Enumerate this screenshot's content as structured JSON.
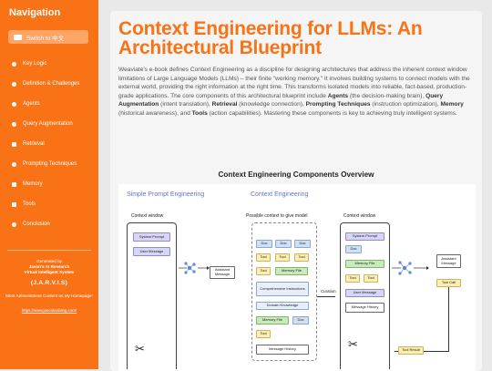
{
  "sidebar": {
    "title": "Navigation",
    "lang_button": "Switch to 中文",
    "items": [
      {
        "label": "Key Logic",
        "icon": "lightbulb-icon"
      },
      {
        "label": "Definition & Challenges",
        "icon": "question-icon"
      },
      {
        "label": "Agents",
        "icon": "agent-icon"
      },
      {
        "label": "Query Augmentation",
        "icon": "search-icon"
      },
      {
        "label": "Retrieval",
        "icon": "book-icon"
      },
      {
        "label": "Prompting Techniques",
        "icon": "chat-icon"
      },
      {
        "label": "Memory",
        "icon": "memory-icon"
      },
      {
        "label": "Tools",
        "icon": "tools-icon"
      },
      {
        "label": "Conclusion",
        "icon": "check-icon"
      }
    ],
    "generated_by": "Generated by",
    "research": "Jason's AI Research",
    "system": "Virtual Intelligent System",
    "jarvis": "(J.A.R.V.I.S)",
    "more": "More AI/Investment Content on My Homepage:",
    "url": "https://www.jasontanliang.com/"
  },
  "article": {
    "title": "Context Engineering for LLMs: An Architectural Blueprint",
    "p1": "Weaviate's e-book defines Context Engineering as a discipline for designing architectures that address the inherent context window limitations of Large Language Models (LLMs) – their finite \"working memory.\" It involves building systems to connect models with the external world, providing the right information at the right time. This transforms isolated models into reliable, fact-based, production-grade applications. The core components of this architectural blueprint include ",
    "agents": "Agents",
    "agents_desc": " (the decision-making brain), ",
    "qa": "Query Augmentation",
    "qa_desc": " (intent translation), ",
    "retrieval": "Retrieval",
    "retrieval_desc": " (knowledge connection), ",
    "prompting": "Prompting Techniques",
    "prompting_desc": " (instruction optimization), ",
    "memory": "Memory",
    "memory_desc": " (historical awareness), and ",
    "tools": "Tools",
    "tools_desc": " (action capabilities). Mastering these components is key to achieving truly intelligent systems.",
    "subtitle": "Context Engineering Components Overview"
  },
  "diagram": {
    "simple_title": "Simple Prompt Engineering",
    "ce_title": "Context Engineering",
    "context_window": "Context window",
    "possible": "Possible context to give model",
    "context_window2": "Context window",
    "system_prompt": "System Prompt",
    "user_message": "User Message",
    "assistant_message": "Assistant Message",
    "doc": "Doc",
    "tool": "Tool",
    "memory_file": "Memory File",
    "comprehensive": "Comprehensive Instructions",
    "domain_knowledge": "Domain Knowledge",
    "message_history": "Message History",
    "curation": "Curation",
    "tool_call": "Tool Call",
    "tool_result": "Tool Result"
  }
}
